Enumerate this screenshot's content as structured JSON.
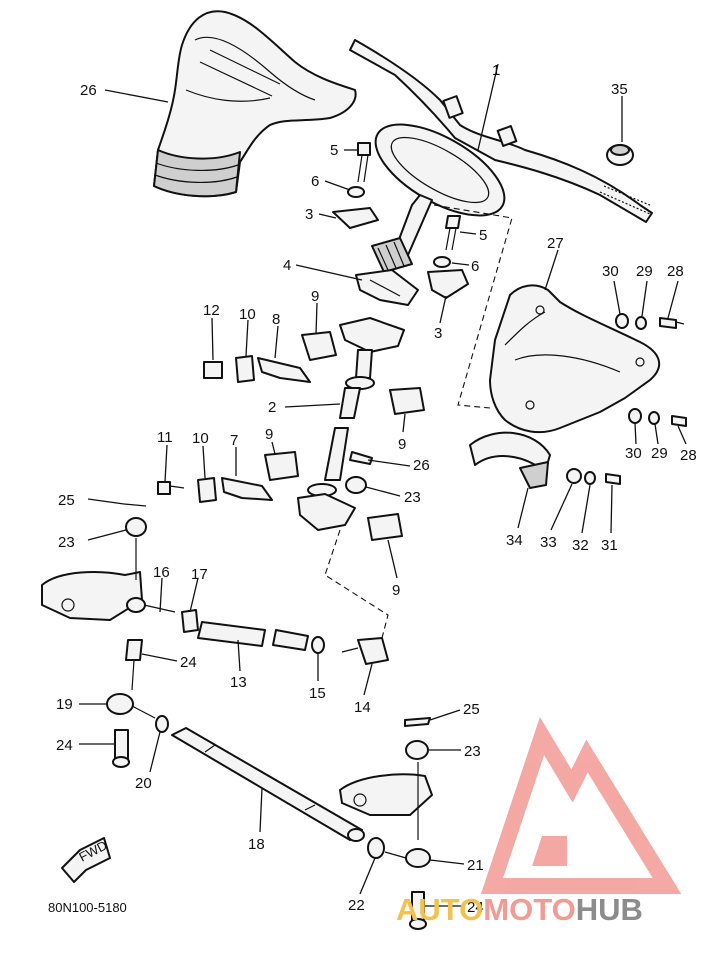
{
  "diagram": {
    "code": "80N100-5180",
    "fwd_badge": "FWD",
    "callouts": [
      {
        "id": "c1",
        "label": "1"
      },
      {
        "id": "c35",
        "label": "35"
      },
      {
        "id": "c26a",
        "label": "26"
      },
      {
        "id": "c5a",
        "label": "5"
      },
      {
        "id": "c6a",
        "label": "6"
      },
      {
        "id": "c3a",
        "label": "3"
      },
      {
        "id": "c5b",
        "label": "5"
      },
      {
        "id": "c6b",
        "label": "6"
      },
      {
        "id": "c4",
        "label": "4"
      },
      {
        "id": "c3b",
        "label": "3"
      },
      {
        "id": "c27",
        "label": "27"
      },
      {
        "id": "c30a",
        "label": "30"
      },
      {
        "id": "c29a",
        "label": "29"
      },
      {
        "id": "c28a",
        "label": "28"
      },
      {
        "id": "c12",
        "label": "12"
      },
      {
        "id": "c10a",
        "label": "10"
      },
      {
        "id": "c8",
        "label": "8"
      },
      {
        "id": "c9a",
        "label": "9"
      },
      {
        "id": "c2",
        "label": "2"
      },
      {
        "id": "c9b",
        "label": "9"
      },
      {
        "id": "c26b",
        "label": "26"
      },
      {
        "id": "c30b",
        "label": "30"
      },
      {
        "id": "c29b",
        "label": "29"
      },
      {
        "id": "c28b",
        "label": "28"
      },
      {
        "id": "c11",
        "label": "11"
      },
      {
        "id": "c10b",
        "label": "10"
      },
      {
        "id": "c7",
        "label": "7"
      },
      {
        "id": "c9c",
        "label": "9"
      },
      {
        "id": "c23a",
        "label": "23"
      },
      {
        "id": "c25a",
        "label": "25"
      },
      {
        "id": "c23b",
        "label": "23"
      },
      {
        "id": "c34",
        "label": "34"
      },
      {
        "id": "c33",
        "label": "33"
      },
      {
        "id": "c32",
        "label": "32"
      },
      {
        "id": "c31",
        "label": "31"
      },
      {
        "id": "c9d",
        "label": "9"
      },
      {
        "id": "c16",
        "label": "16"
      },
      {
        "id": "c17",
        "label": "17"
      },
      {
        "id": "c24a",
        "label": "24"
      },
      {
        "id": "c13",
        "label": "13"
      },
      {
        "id": "c15",
        "label": "15"
      },
      {
        "id": "c14",
        "label": "14"
      },
      {
        "id": "c19",
        "label": "19"
      },
      {
        "id": "c24b",
        "label": "24"
      },
      {
        "id": "c20",
        "label": "20"
      },
      {
        "id": "c25b",
        "label": "25"
      },
      {
        "id": "c23c",
        "label": "23"
      },
      {
        "id": "c18",
        "label": "18"
      },
      {
        "id": "c21",
        "label": "21"
      },
      {
        "id": "c22",
        "label": "22"
      },
      {
        "id": "c24c",
        "label": "24"
      }
    ]
  },
  "brand": {
    "word_part1": "AUTO",
    "word_part2": "MOTO",
    "word_part3": "HUB",
    "color_red": "#f29a94",
    "color_yellow": "#f2c14e",
    "color_grey": "#8c8c8c"
  }
}
